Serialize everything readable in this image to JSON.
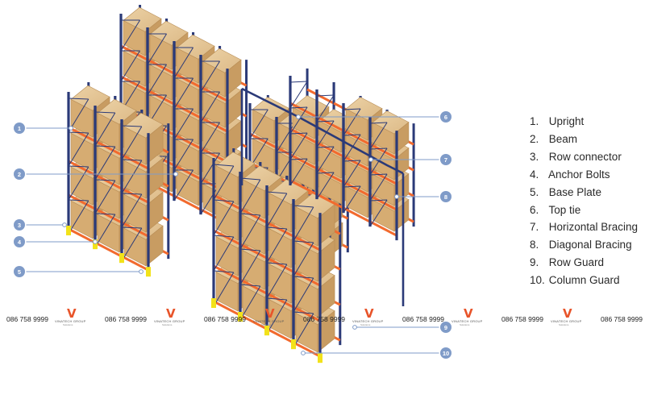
{
  "legend": {
    "items": [
      {
        "num": "1.",
        "label": "Upright"
      },
      {
        "num": "2.",
        "label": "Beam"
      },
      {
        "num": "3.",
        "label": "Row connector"
      },
      {
        "num": "4.",
        "label": "Anchor Bolts"
      },
      {
        "num": "5.",
        "label": "Base Plate"
      },
      {
        "num": "6.",
        "label": "Top tie"
      },
      {
        "num": "7.",
        "label": "Horizontal Bracing"
      },
      {
        "num": "8.",
        "label": "Diagonal Bracing"
      },
      {
        "num": "9.",
        "label": "Row Guard"
      },
      {
        "num": "10.",
        "label": "Column Guard"
      }
    ]
  },
  "callouts": [
    "1",
    "2",
    "3",
    "4",
    "5",
    "6",
    "7",
    "8",
    "9",
    "10"
  ],
  "watermark": {
    "phone": "086 758 9999",
    "brand": "VINATECH GROUP",
    "tagline": "Solutions",
    "logo_glyph": "V"
  },
  "colors": {
    "upright": "#2b3a78",
    "beam": "#f26a2e",
    "box": "#d9b27c",
    "marker": "#7f9bc8",
    "guard": "#f2e21a"
  }
}
